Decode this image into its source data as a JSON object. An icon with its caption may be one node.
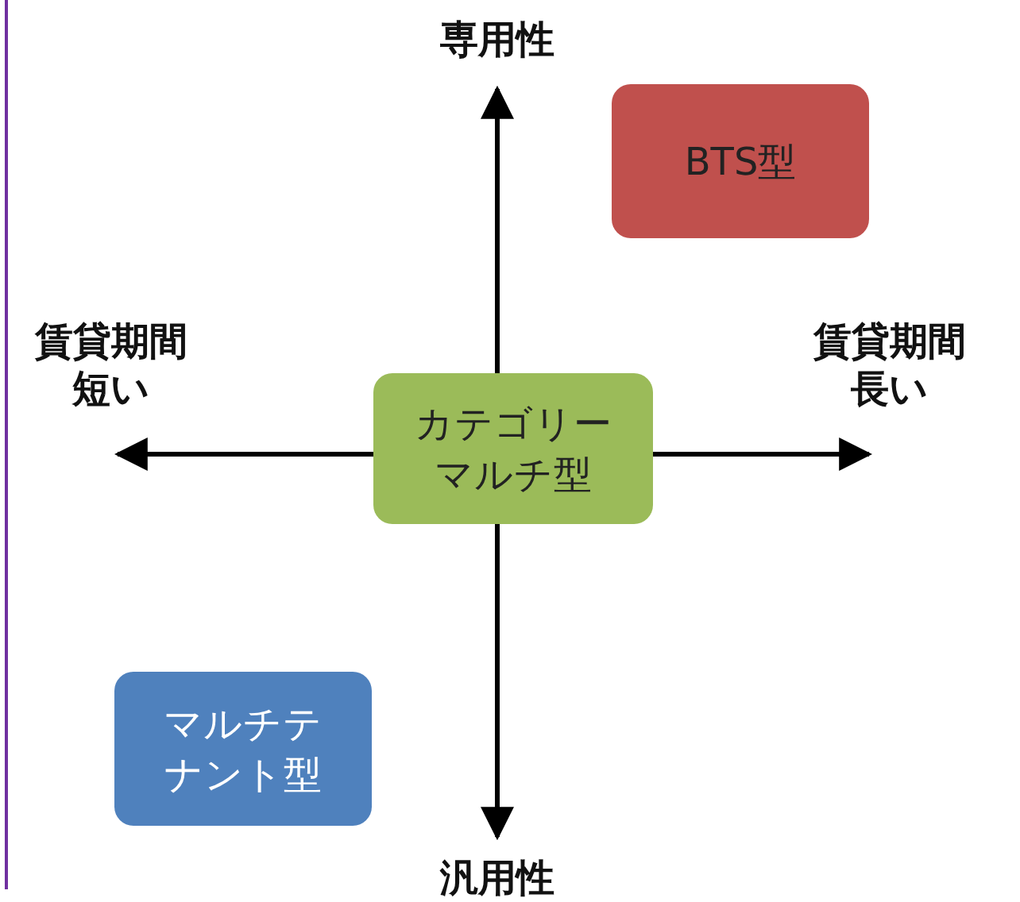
{
  "diagram": {
    "nodes": [
      {
        "text": [
          "BTS型"
        ]
      },
      {
        "text": [
          "カテゴリーマルチ型"
        ]
      },
      {
        "text": [
          "マルチテナント型"
        ]
      }
    ],
    "labels": [
      "専用性",
      "賃貸期間短い",
      "賃貸期間長い",
      "汎用性"
    ]
  }
}
